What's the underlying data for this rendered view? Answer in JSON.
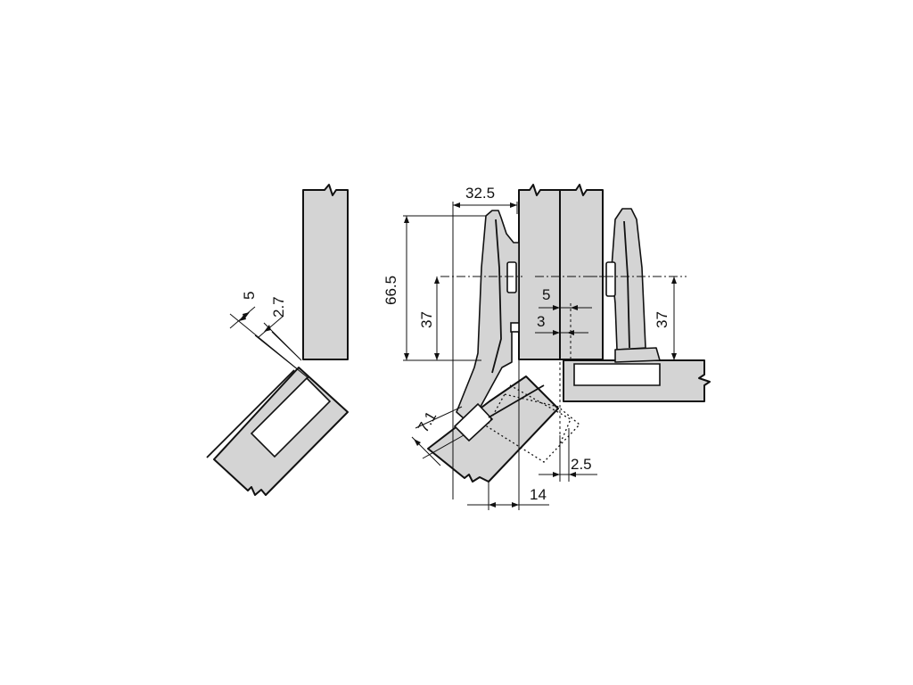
{
  "dimensions": {
    "overlay_5": "5",
    "overlay_2_7": "2.7",
    "cup_32_5": "32.5",
    "height_66_5": "66.5",
    "height_37_left": "37",
    "gap_5": "5",
    "gap_3": "3",
    "height_37_right": "37",
    "angle_7_1": "7.1",
    "offset_2_5": "2.5",
    "offset_14": "14"
  }
}
